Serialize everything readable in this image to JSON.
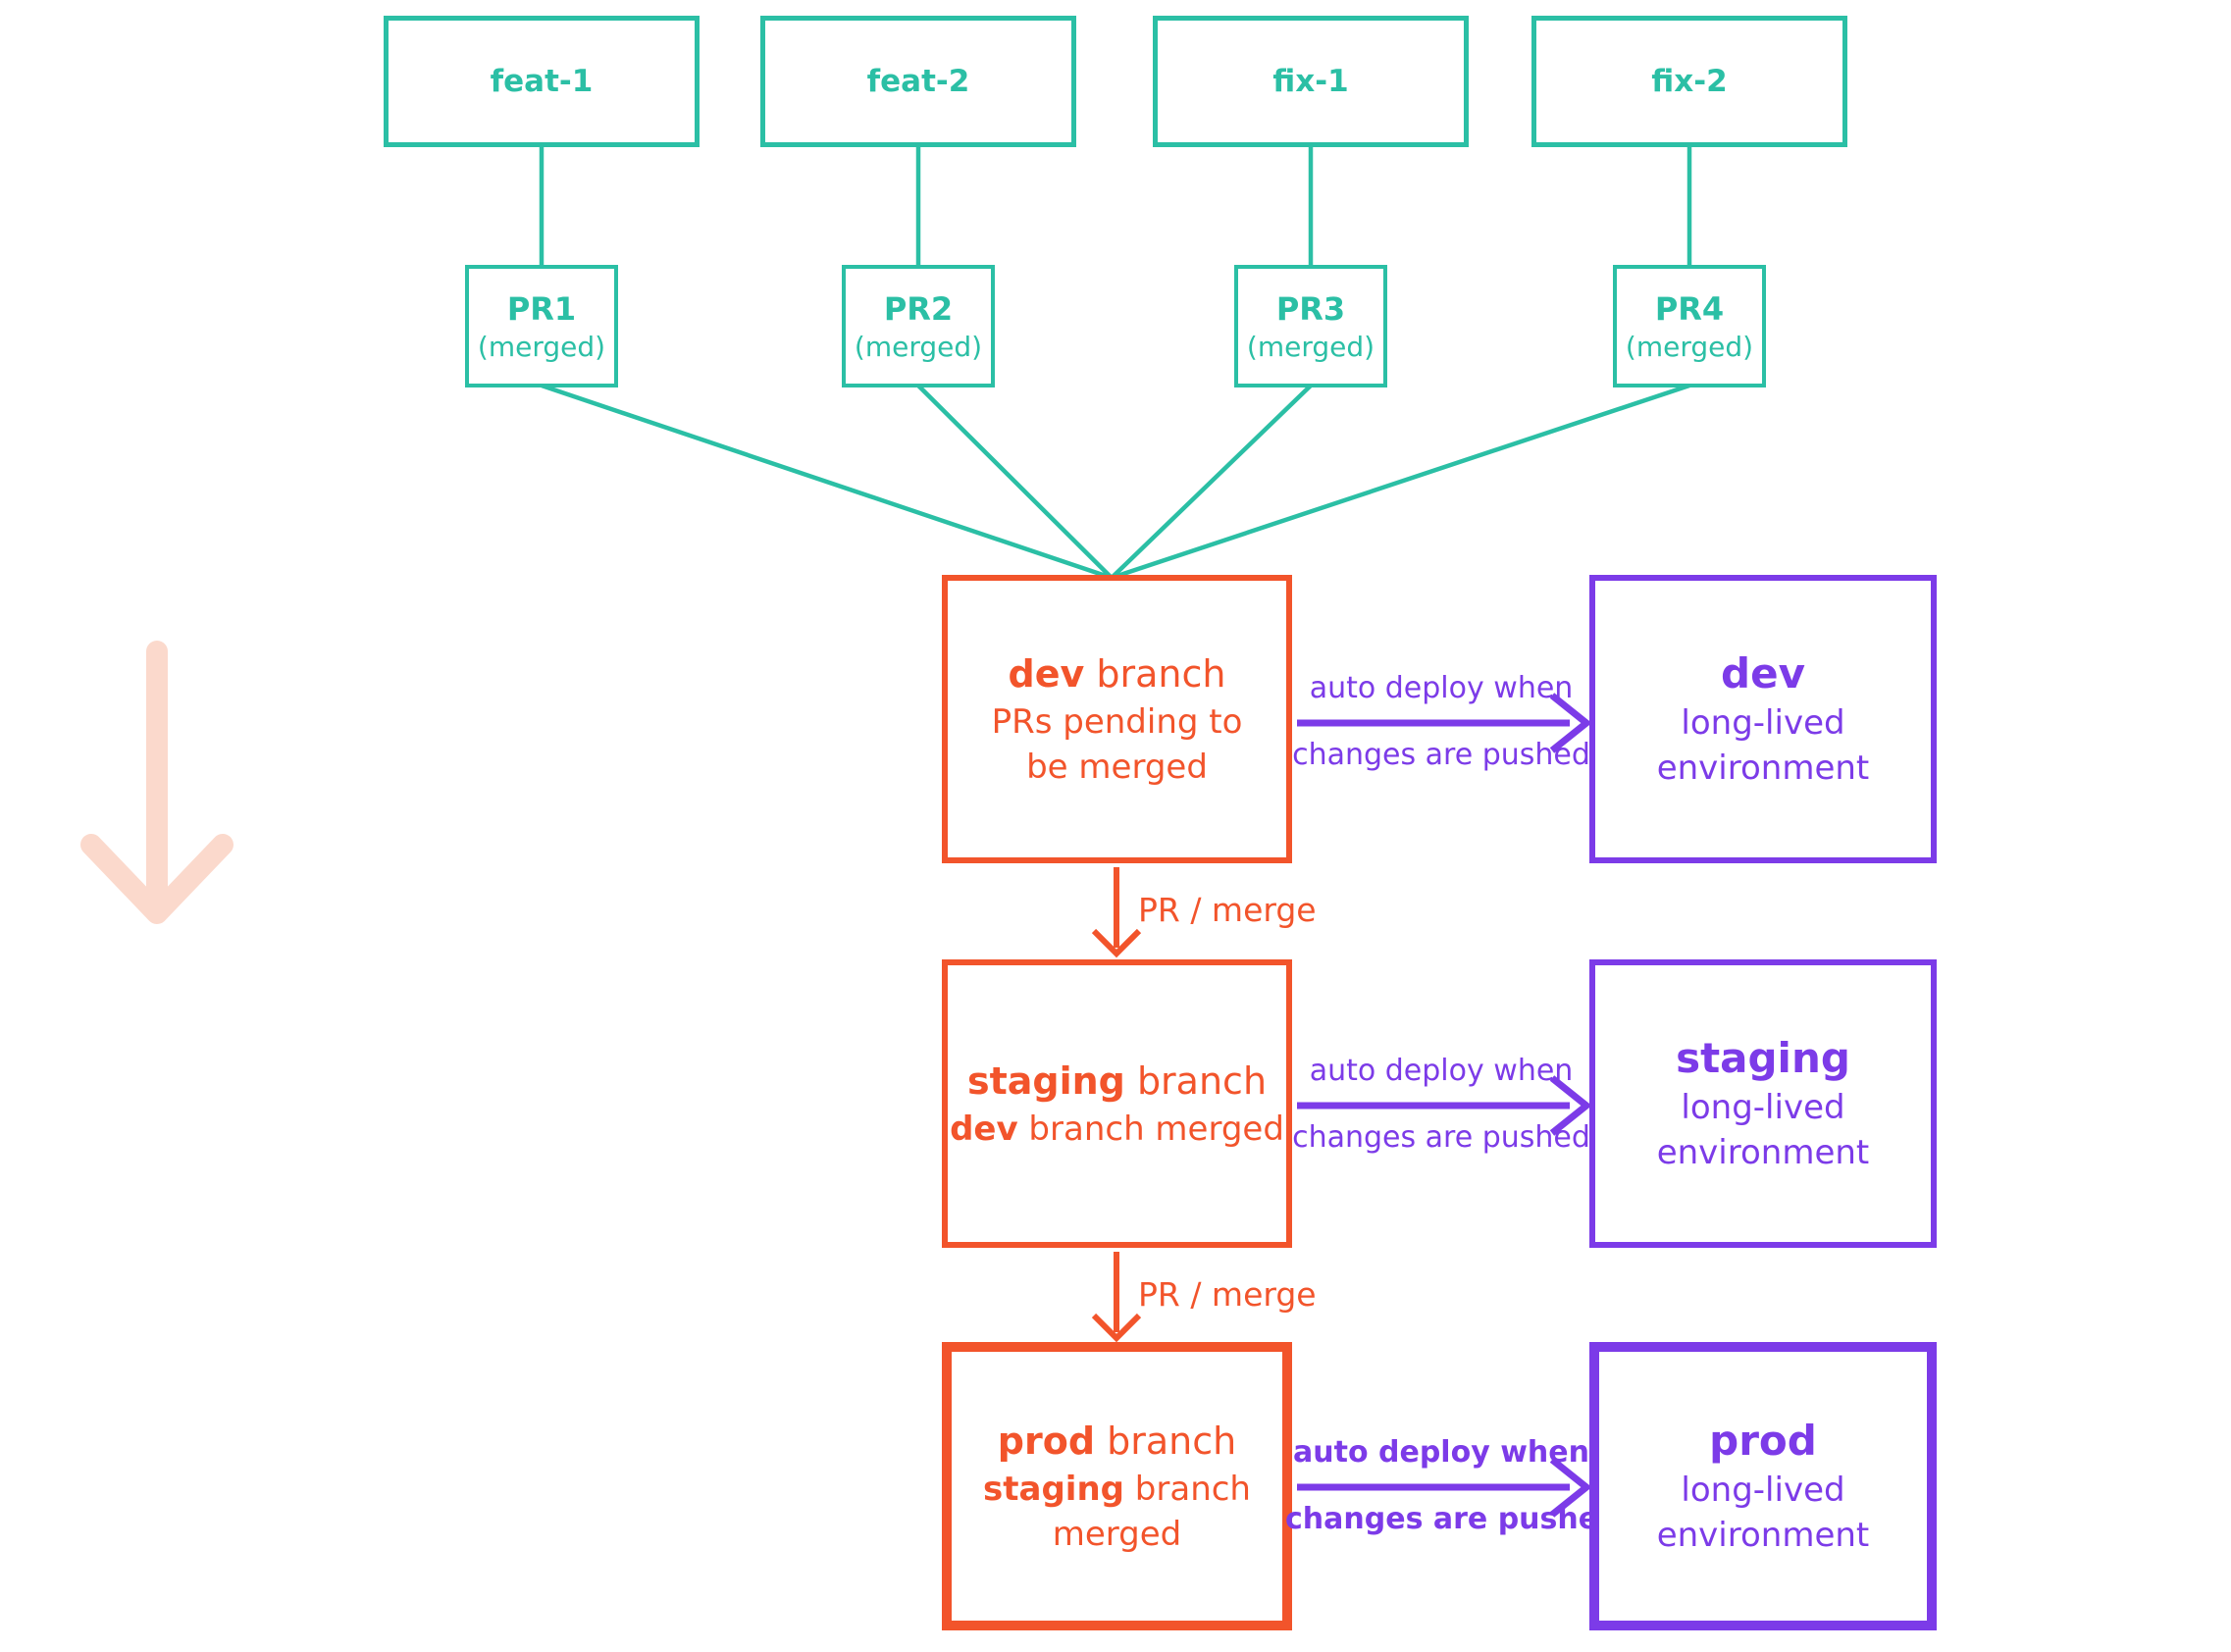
{
  "palette": {
    "teal": "#2BBFA5",
    "orange": "#F2542B",
    "purple": "#7C3BE8",
    "pink": "#FBD9CC",
    "bg": "#FFFFFF"
  },
  "feature_branches": [
    {
      "label": "feat-1"
    },
    {
      "label": "feat-2"
    },
    {
      "label": "fix-1"
    },
    {
      "label": "fix-2"
    }
  ],
  "pull_requests": [
    {
      "label": "PR1",
      "status": "(merged)"
    },
    {
      "label": "PR2",
      "status": "(merged)"
    },
    {
      "label": "PR3",
      "status": "(merged)"
    },
    {
      "label": "PR4",
      "status": "(merged)"
    }
  ],
  "pipeline": {
    "rows": [
      {
        "branch": {
          "title_bold": "dev",
          "title_rest": " branch",
          "line1_bold": "",
          "line1_rest": "PRs pending to",
          "line2_bold": "",
          "line2_rest": "be merged"
        },
        "deploy": {
          "line1": "auto deploy when",
          "line2": "changes are pushed"
        },
        "environment": {
          "name": "dev",
          "line1": "long-lived",
          "line2": "environment"
        }
      },
      {
        "branch": {
          "title_bold": "staging",
          "title_rest": " branch",
          "line1_bold": "dev",
          "line1_rest": " branch merged",
          "line2_bold": "",
          "line2_rest": ""
        },
        "deploy": {
          "line1": "auto deploy when",
          "line2": "changes are pushed"
        },
        "environment": {
          "name": "staging",
          "line1": "long-lived",
          "line2": "environment"
        }
      },
      {
        "branch": {
          "title_bold": "prod",
          "title_rest": " branch",
          "line1_bold": "staging",
          "line1_rest": " branch",
          "line2_bold": "",
          "line2_rest": "merged"
        },
        "deploy": {
          "line1": "auto deploy when",
          "line2": "changes are pushed"
        },
        "environment": {
          "name": "prod",
          "line1": "long-lived",
          "line2": "environment"
        }
      }
    ],
    "merge_labels": [
      "PR / merge",
      "PR / merge"
    ]
  }
}
